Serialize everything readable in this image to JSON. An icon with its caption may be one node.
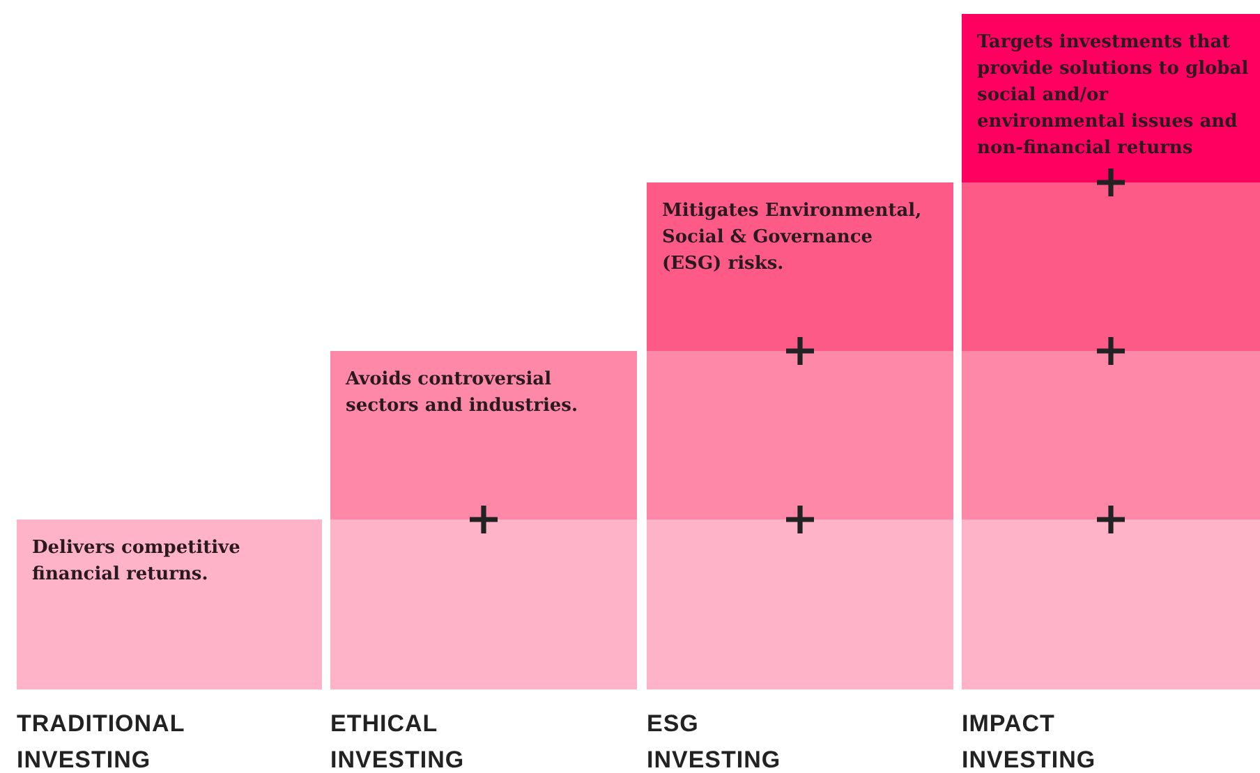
{
  "diagram": {
    "nodes": [
      {
        "text": [
          "Delivers competitive financial returns."
        ]
      },
      {
        "text": [
          "Avoids controversial sectors and industries."
        ]
      },
      {
        "text": [],
        "shape": "box"
      },
      {
        "text": [
          "Mitigates Environmental, Social & Governance (ESG) risks."
        ]
      },
      {
        "text": [],
        "shape": "box"
      },
      {
        "text": [],
        "shape": "box"
      },
      {
        "text": [
          "Targets investments that provide solutions to global social and/or environmental issues and non-financial returns"
        ]
      },
      {
        "text": [],
        "shape": "box"
      },
      {
        "text": [],
        "shape": "box"
      },
      {
        "text": [],
        "shape": "box"
      }
    ],
    "labels": [
      "TRADITIONAL INVESTING",
      "ETHICAL INVESTING",
      "ESG INVESTING",
      "IMPACT INVESTING"
    ]
  }
}
